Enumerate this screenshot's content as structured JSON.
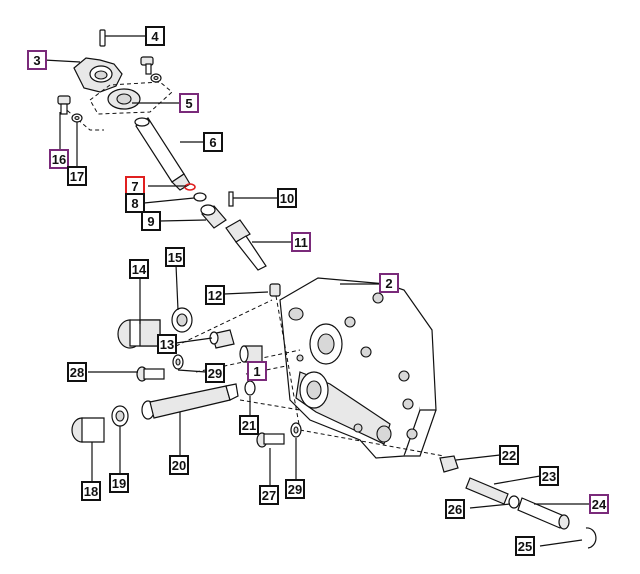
{
  "diagram": {
    "colors": {
      "default_border": "#111111",
      "purple_border": "#7a2a7a",
      "red_border": "#e02020",
      "part_line": "#111111",
      "part_fill": "#ffffff",
      "red_oring": "#e02020"
    },
    "labels": [
      {
        "id": "1",
        "text": "1",
        "style": "purple"
      },
      {
        "id": "2",
        "text": "2",
        "style": "purple"
      },
      {
        "id": "3",
        "text": "3",
        "style": "purple"
      },
      {
        "id": "4",
        "text": "4",
        "style": "default"
      },
      {
        "id": "5",
        "text": "5",
        "style": "purple"
      },
      {
        "id": "6",
        "text": "6",
        "style": "default"
      },
      {
        "id": "7",
        "text": "7",
        "style": "red"
      },
      {
        "id": "8",
        "text": "8",
        "style": "default"
      },
      {
        "id": "9",
        "text": "9",
        "style": "default"
      },
      {
        "id": "10",
        "text": "10",
        "style": "default"
      },
      {
        "id": "11",
        "text": "11",
        "style": "purple"
      },
      {
        "id": "12",
        "text": "12",
        "style": "default"
      },
      {
        "id": "13",
        "text": "13",
        "style": "default"
      },
      {
        "id": "14",
        "text": "14",
        "style": "default"
      },
      {
        "id": "15",
        "text": "15",
        "style": "default"
      },
      {
        "id": "16",
        "text": "16",
        "style": "purple"
      },
      {
        "id": "17",
        "text": "17",
        "style": "default"
      },
      {
        "id": "18",
        "text": "18",
        "style": "default"
      },
      {
        "id": "19",
        "text": "19",
        "style": "default"
      },
      {
        "id": "20",
        "text": "20",
        "style": "default"
      },
      {
        "id": "21",
        "text": "21",
        "style": "default"
      },
      {
        "id": "22",
        "text": "22",
        "style": "default"
      },
      {
        "id": "23",
        "text": "23",
        "style": "default"
      },
      {
        "id": "24",
        "text": "24",
        "style": "purple"
      },
      {
        "id": "25",
        "text": "25",
        "style": "default"
      },
      {
        "id": "26",
        "text": "26",
        "style": "default"
      },
      {
        "id": "27",
        "text": "27",
        "style": "default"
      },
      {
        "id": "28",
        "text": "28",
        "style": "default"
      },
      {
        "id": "29a",
        "text": "29",
        "style": "default"
      },
      {
        "id": "29b",
        "text": "29",
        "style": "default"
      }
    ]
  }
}
